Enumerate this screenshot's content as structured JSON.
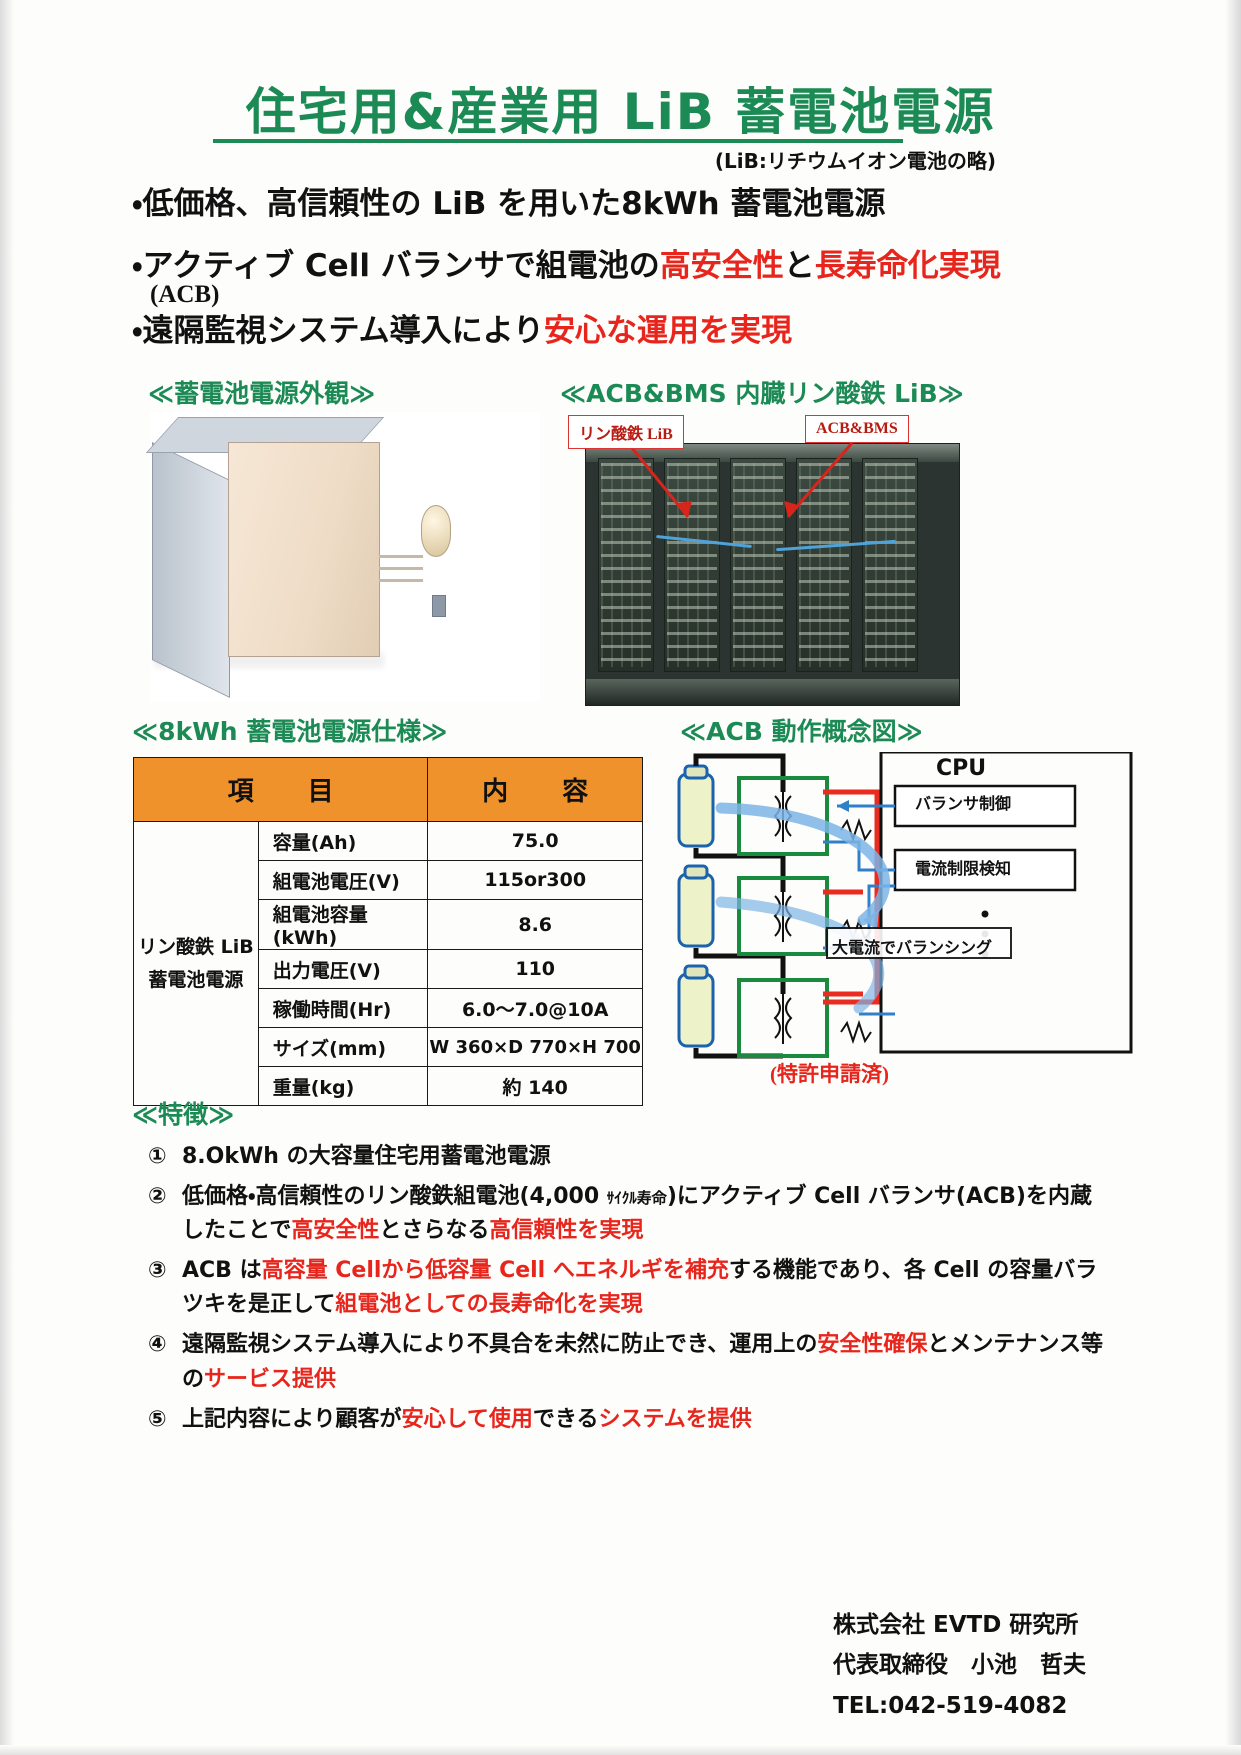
{
  "title": {
    "main": "住宅用&産業用 LiB 蓄電池電源",
    "note": "(LiB:リチウムイオン電池の略)"
  },
  "bullets": [
    {
      "prefix": "・低価格、高信頼性の LiB を用いた8kWh 蓄電池電源",
      "red": "",
      "suffix": ""
    },
    {
      "prefix": "・アクティブ Cell バランサで組電池の",
      "red": "高安全性",
      "mid": "と",
      "red2": "長寿命化実現",
      "sub": "(ACB)"
    },
    {
      "prefix": "・遠隔監視システム導入により",
      "red": "安心な運用を実現",
      "suffix": ""
    }
  ],
  "captions": {
    "exterior": "≪蓄電池電源外観≫",
    "internal": "≪ACB&BMS 内臓リン酸鉄 LiB≫",
    "spec": "≪8kWh 蓄電池電源仕様≫",
    "diagram": "≪ACB 動作概念図≫",
    "features": "≪特徴≫"
  },
  "photo_callouts": {
    "left": "リン酸鉄 LiB",
    "right": "ACB&BMS"
  },
  "spec_table": {
    "headers": [
      "項　目",
      "内　容"
    ],
    "row_group_label": "リン酸鉄 LiB\n蓄電池電源",
    "row_group_line1": "リン酸鉄 LiB",
    "row_group_line2": "蓄電池電源",
    "rows": [
      {
        "item": "容量(Ah)",
        "value": "75.0"
      },
      {
        "item": "組電池電圧(V)",
        "value": "115or300"
      },
      {
        "item": "組電池容量(kWh)",
        "value": "8.6"
      },
      {
        "item": "出力電圧(V)",
        "value": "110"
      },
      {
        "item": "稼働時間(Hr)",
        "value": "6.0〜7.0@10A"
      },
      {
        "item": "サイズ(mm)",
        "value": "W 360×D 770×H 700"
      },
      {
        "item": "重量(kg)",
        "value": "約 140"
      }
    ]
  },
  "diagram": {
    "cpu_title": "CPU",
    "cpu_item_1": "バランサ制御",
    "cpu_item_2": "電流制限検知",
    "balancing_label": "大電流でバランシング",
    "patent_note": "(特許申請済)"
  },
  "features": [
    {
      "num": "①",
      "segments": [
        {
          "text": "8.OkWh の大容量住宅用蓄電池電源",
          "color": "black"
        }
      ]
    },
    {
      "num": "②",
      "segments": [
        {
          "text": "低価格・高信頼性のリン酸鉄組電池(4,000 ",
          "color": "black"
        },
        {
          "text": "ｻｲｸﾙ寿命",
          "color": "black",
          "small": true
        },
        {
          "text": ")にアクティブ Cell バランサ(ACB)を内蔵したことで",
          "color": "black"
        },
        {
          "text": "高安全性",
          "color": "red"
        },
        {
          "text": "とさらなる",
          "color": "black"
        },
        {
          "text": "高信頼性を実現",
          "color": "red"
        }
      ]
    },
    {
      "num": "③",
      "segments": [
        {
          "text": "ACB は",
          "color": "black"
        },
        {
          "text": "高容量 Cellから低容量 Cell へエネルギを補充",
          "color": "red"
        },
        {
          "text": "する機能であり、各 Cell の容量バラツキを是正して",
          "color": "black"
        },
        {
          "text": "組電池としての長寿命化を実現",
          "color": "red"
        }
      ]
    },
    {
      "num": "④",
      "segments": [
        {
          "text": "遠隔監視システム導入により不具合を未然に防止でき、運用上の",
          "color": "black"
        },
        {
          "text": "安全性確保",
          "color": "red"
        },
        {
          "text": "とメンテナンス等の",
          "color": "black"
        },
        {
          "text": "サービス提供",
          "color": "red"
        }
      ]
    },
    {
      "num": "⑤",
      "segments": [
        {
          "text": "上記内容により顧客が",
          "color": "black"
        },
        {
          "text": "安心して使用",
          "color": "red"
        },
        {
          "text": "できる",
          "color": "black"
        },
        {
          "text": "システムを提供",
          "color": "red"
        }
      ]
    }
  ],
  "footer": {
    "company": "株式会社 EVTD 研究所",
    "representative": "代表取締役　小池　哲夫",
    "tel": "TEL:042-519-4082"
  },
  "colors": {
    "green": "#1c8a55",
    "red": "#e8251c",
    "orange_header": "#f0922b",
    "black": "#111111"
  }
}
